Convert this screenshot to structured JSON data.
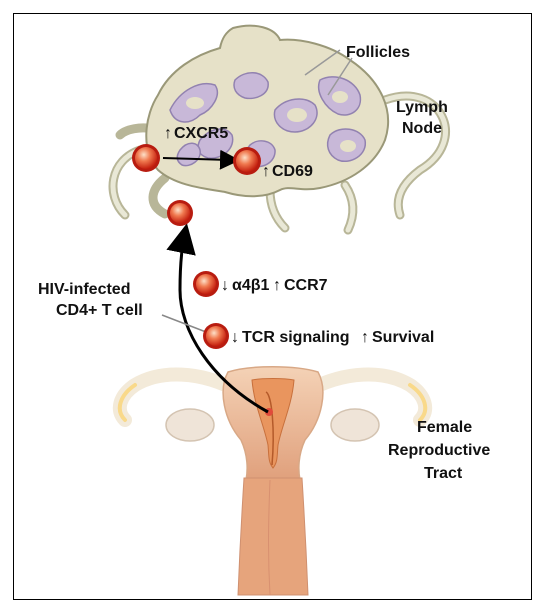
{
  "labels": {
    "follicles": "Follicles",
    "lymph_node_line1": "Lymph",
    "lymph_node_line2": "Node",
    "cxcr5": "CXCR5",
    "cd69": "CD69",
    "integrin": "α4β1",
    "ccr7": "CCR7",
    "hiv_line1": "HIV-infected",
    "hiv_line2": "CD4+ T cell",
    "tcr": "TCR signaling",
    "survival": "Survival",
    "frt_line1": "Female",
    "frt_line2": "Reproductive",
    "frt_line3": "Tract"
  },
  "arrows": {
    "up": "↑",
    "down": "↓"
  },
  "colors": {
    "node_fill": "#e6e1c8",
    "node_stroke": "#8a8a6a",
    "follicle_fill": "#c6b6d6",
    "follicle_stroke": "#8e7fad",
    "cell_outer": "#d62a1a",
    "cell_inner": "#f4a07a",
    "uterus_fill": "#e7a37f",
    "uterus_light": "#f7e6d2",
    "uterus_inner": "#e88a4f"
  }
}
